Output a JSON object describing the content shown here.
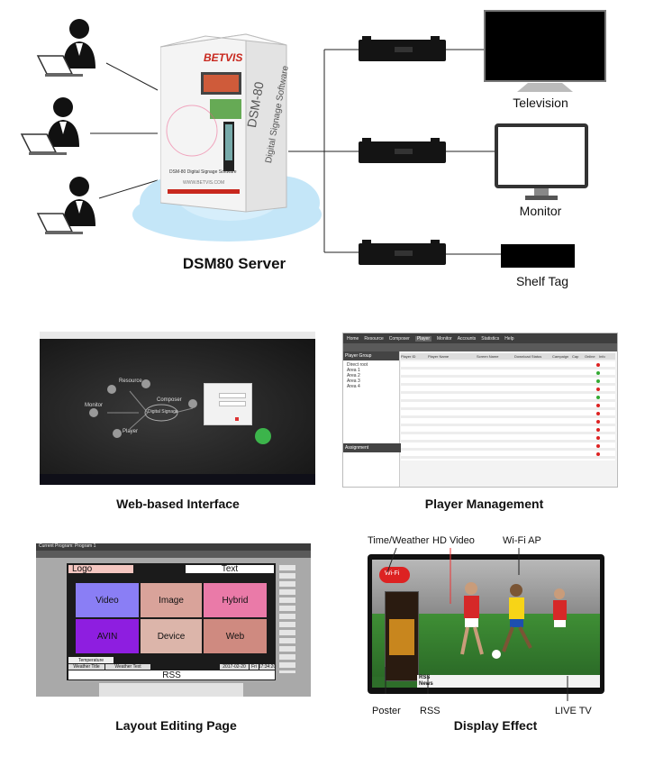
{
  "diagram": {
    "server_label": "DSM80 Server",
    "box": {
      "brand": "BETVIS",
      "model": "DSM-80",
      "product": "Digital Signage Software",
      "footer": "DSM-80 Digital Signage Software",
      "url": "WWW.BETVIS.COM"
    },
    "devices": {
      "television": "Television",
      "monitor": "Monitor",
      "shelf_tag": "Shelf Tag"
    }
  },
  "panels": {
    "web_interface": {
      "caption": "Web-based Interface",
      "nodes": {
        "resource": "Resource",
        "composer": "Composer",
        "monitor": "Monitor",
        "player": "Player",
        "center": "Digital Signage"
      }
    },
    "player_management": {
      "caption": "Player Management",
      "nav": [
        "Home",
        "Resource",
        "Composer",
        "Player",
        "Monitor",
        "Accounts",
        "Statistics",
        "Help"
      ],
      "group_title": "Player Group",
      "tree": [
        "Direct root",
        "Area 1",
        "Area 2",
        "Area 3",
        "Area 4"
      ],
      "assignment": "Assignment",
      "columns": [
        "Player ID",
        "Player Name",
        "Screen Name",
        "Download Status",
        "Campaign",
        "Cap",
        "Online",
        "Info"
      ]
    },
    "layout_editing": {
      "caption": "Layout Editing Page",
      "window_title": "Current Program: Program 1",
      "tiles": {
        "logo": "Logo",
        "text": "Text",
        "video": "Video",
        "image": "Image",
        "hybrid": "Hybrid",
        "avin": "AVIN",
        "device": "Device",
        "web": "Web",
        "rss": "RSS"
      },
      "bottom_bar": {
        "temperature": "Temperature",
        "weather_title": "Weather Title",
        "weather_text": "Weather Text",
        "date": "2017-02-20",
        "day": "Fri",
        "time": "17:34:20"
      }
    },
    "display_effect": {
      "caption": "Display Effect",
      "callouts": {
        "time_weather": "Time/Weather",
        "hd_video": "HD Video",
        "wifi_ap": "Wi-Fi AP",
        "poster": "Poster",
        "rss": "RSS",
        "live_tv": "LIVE TV"
      },
      "screen_rss": "RSS News",
      "wifi_badge": "Wi-Fi"
    }
  },
  "colors": {
    "brand_red": "#c8281e",
    "cloud": "#bfe3f7",
    "device_black": "#141414",
    "video_tile": "#8a7ef5",
    "image_tile": "#d9a39a",
    "hybrid_tile": "#ea7aa8",
    "avin_tile": "#8e1ee0",
    "device_tile": "#dcb5aa",
    "web_tile": "#cf8a80"
  }
}
